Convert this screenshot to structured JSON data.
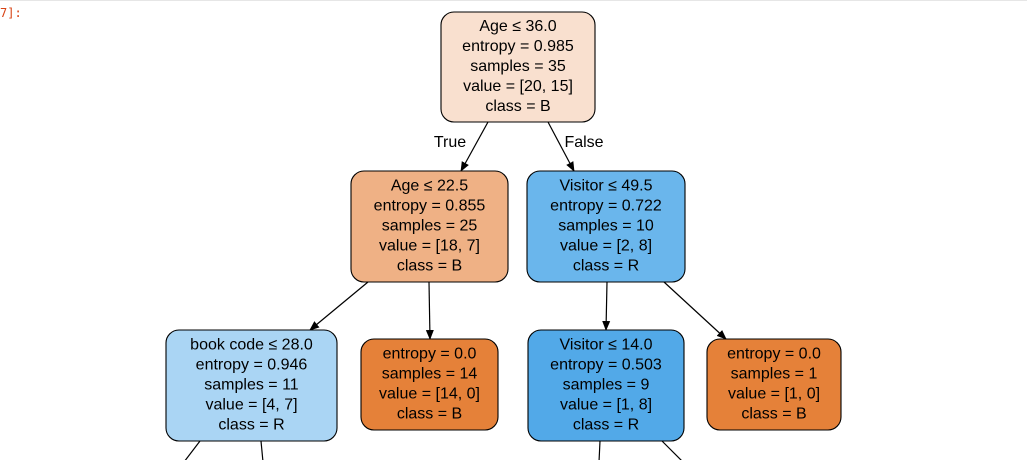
{
  "cell_prompt": "7]:",
  "tree": {
    "nodes": [
      {
        "id": "n0",
        "lines": [
          "Age ≤ 36.0",
          "entropy = 0.985",
          "samples = 35",
          "value = [20, 15]",
          "class = B"
        ],
        "fill": "#f9e0cf"
      },
      {
        "id": "n1",
        "lines": [
          "Age ≤ 22.5",
          "entropy = 0.855",
          "samples = 25",
          "value = [18, 7]",
          "class = B"
        ],
        "fill": "#efb185"
      },
      {
        "id": "n2",
        "lines": [
          "Visitor ≤ 49.5",
          "entropy = 0.722",
          "samples = 10",
          "value = [2, 8]",
          "class = R"
        ],
        "fill": "#6ab6ec"
      },
      {
        "id": "n3",
        "lines": [
          "book code ≤ 28.0",
          "entropy = 0.946",
          "samples = 11",
          "value = [4, 7]",
          "class = R"
        ],
        "fill": "#aad5f4"
      },
      {
        "id": "n4",
        "lines": [
          "entropy = 0.0",
          "samples = 14",
          "value = [14, 0]",
          "class = B"
        ],
        "fill": "#e58139"
      },
      {
        "id": "n5",
        "lines": [
          "Visitor ≤ 14.0",
          "entropy = 0.503",
          "samples = 9",
          "value = [1, 8]",
          "class = R"
        ],
        "fill": "#52a9e8"
      },
      {
        "id": "n6",
        "lines": [
          "entropy = 0.0",
          "samples = 1",
          "value = [1, 0]",
          "class = B"
        ],
        "fill": "#e58139"
      }
    ],
    "edges": [
      {
        "from": "n0",
        "to": "n1",
        "label": "True"
      },
      {
        "from": "n0",
        "to": "n2",
        "label": "False"
      },
      {
        "from": "n1",
        "to": "n3",
        "label": ""
      },
      {
        "from": "n1",
        "to": "n4",
        "label": ""
      },
      {
        "from": "n2",
        "to": "n5",
        "label": ""
      },
      {
        "from": "n2",
        "to": "n6",
        "label": ""
      },
      {
        "from": "n3",
        "to": "offpage",
        "label": ""
      },
      {
        "from": "n5",
        "to": "offpage",
        "label": ""
      }
    ]
  }
}
